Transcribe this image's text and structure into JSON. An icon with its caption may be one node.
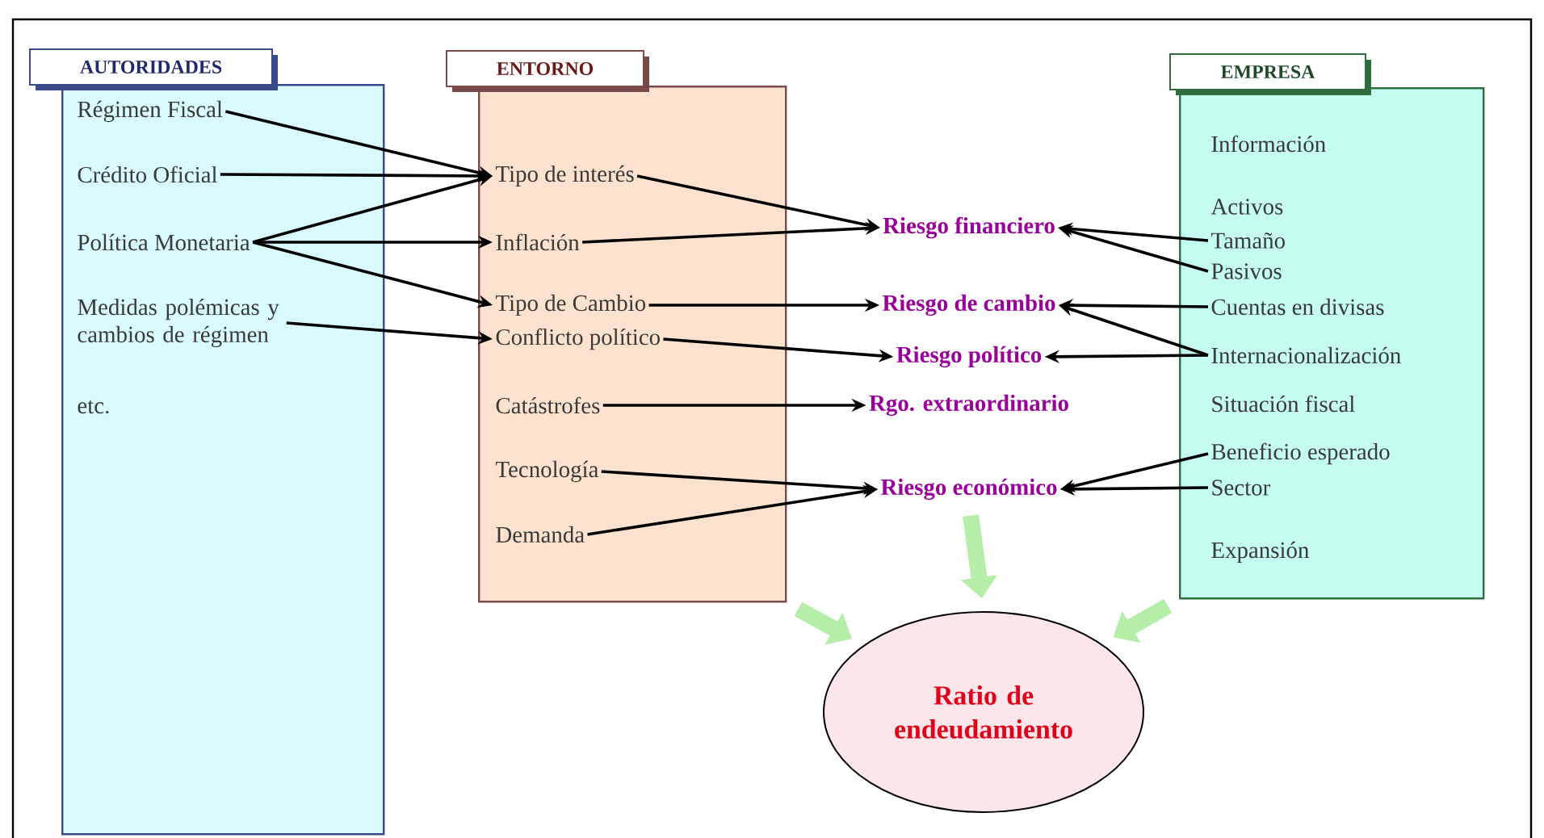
{
  "diagram": {
    "nodes": [
      {
        "text": [
          "AUTORIDADES"
        ]
      },
      {
        "text": [
          "Régimen Fiscal"
        ],
        "in": 0
      },
      {
        "text": [
          "Crédito Oficial"
        ],
        "in": 0
      },
      {
        "text": [
          "Política Monetaria"
        ],
        "in": 0
      },
      {
        "text": [
          "Medidas polémicas y cambios de régimen"
        ],
        "in": 0
      },
      {
        "text": [
          "ENTORNO"
        ]
      },
      {
        "text": [
          "Tipo de interés"
        ],
        "in": 5
      },
      {
        "text": [
          "Inflación"
        ],
        "in": 5
      },
      {
        "text": [
          "Tipo de Cambio"
        ],
        "in": 5
      },
      {
        "text": [
          "Conflicto político"
        ],
        "in": 5
      },
      {
        "text": [
          "Catástrofes"
        ],
        "in": 5
      },
      {
        "text": [
          "Tecnología"
        ],
        "in": 5
      },
      {
        "text": [
          "Demanda"
        ],
        "in": 5
      },
      {
        "text": [
          "Riesgo financiero"
        ]
      },
      {
        "text": [
          "Riesgo de cambio"
        ]
      },
      {
        "text": [
          "Riesgo político"
        ]
      },
      {
        "text": [
          "Rgo. extraordinario"
        ]
      },
      {
        "text": [
          "Riesgo económico"
        ]
      },
      {
        "text": [
          "EMPRESA"
        ]
      },
      {
        "text": [
          "Tamaño"
        ],
        "in": 18
      },
      {
        "text": [
          "Pasivos"
        ],
        "in": 18
      },
      {
        "text": [
          "Cuentas en divisas"
        ],
        "in": 18
      },
      {
        "text": [
          "Internacionalización"
        ],
        "in": 18
      },
      {
        "text": [
          "Beneficio esperado"
        ],
        "in": 18
      },
      {
        "text": [
          "Sector"
        ],
        "in": 18
      },
      {
        "text": [
          "Ratio de endeudamiento"
        ]
      }
    ],
    "edges": [
      {
        "from": 1,
        "to": 6,
        "arrow": "to"
      },
      {
        "from": 2,
        "to": 6,
        "arrow": "to"
      },
      {
        "from": 3,
        "to": 6,
        "arrow": "to"
      },
      {
        "from": 3,
        "to": 7,
        "arrow": "to"
      },
      {
        "from": 3,
        "to": 8,
        "arrow": "to"
      },
      {
        "from": 4,
        "to": 9,
        "arrow": "to"
      },
      {
        "from": 6,
        "to": 13,
        "arrow": "to"
      },
      {
        "from": 7,
        "to": 13,
        "arrow": "to"
      },
      {
        "from": 8,
        "to": 14,
        "arrow": "to"
      },
      {
        "from": 9,
        "to": 15,
        "arrow": "to"
      },
      {
        "from": 10,
        "to": 16,
        "arrow": "to"
      },
      {
        "from": 11,
        "to": 17,
        "arrow": "to"
      },
      {
        "from": 12,
        "to": 17,
        "arrow": "to"
      },
      {
        "from": 19,
        "to": 13,
        "arrow": "to"
      },
      {
        "from": 20,
        "to": 13,
        "arrow": "to"
      },
      {
        "from": 21,
        "to": 14,
        "arrow": "to"
      },
      {
        "from": 22,
        "to": 14,
        "arrow": "to"
      },
      {
        "from": 22,
        "to": 15,
        "arrow": "to"
      },
      {
        "from": 23,
        "to": 17,
        "arrow": "to"
      },
      {
        "from": 24,
        "to": 17,
        "arrow": "to"
      },
      {
        "from": 5,
        "to": 25,
        "arrow": "to",
        "style": "thick",
        "color": "#b4eea8"
      },
      {
        "from": 17,
        "to": 25,
        "arrow": "to",
        "style": "thick",
        "color": "#b4eea8"
      },
      {
        "from": 18,
        "to": 25,
        "arrow": "to",
        "style": "thick",
        "color": "#b4eea8"
      }
    ],
    "labels": [
      "etc.",
      "Información",
      "Activos",
      "Situación fiscal",
      "Expansión"
    ]
  }
}
